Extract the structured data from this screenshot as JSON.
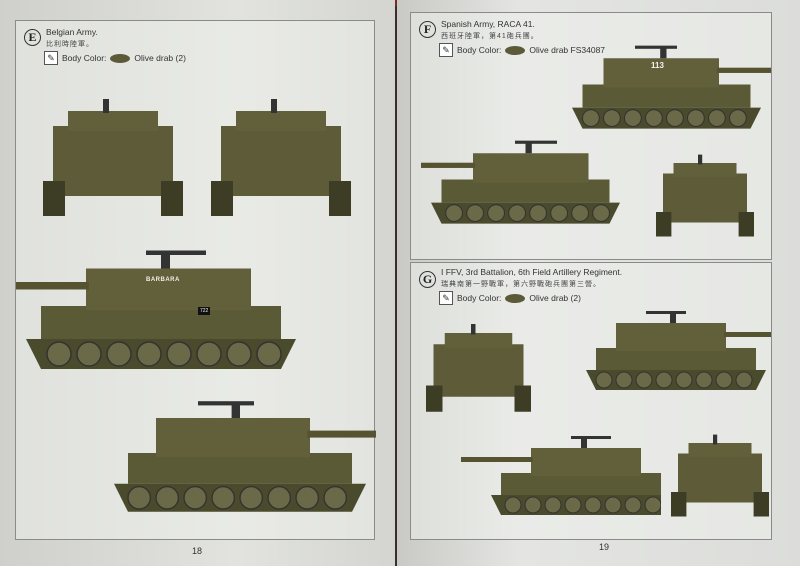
{
  "pages": [
    {
      "number": "18",
      "sections": [
        {
          "badge": "E",
          "title": "Belgian Army.",
          "subtitle": "比利時陸軍。",
          "body_color_label": "Body Color:",
          "color_name": "Olive drab (2)"
        }
      ]
    },
    {
      "number": "19",
      "sections": [
        {
          "badge": "F",
          "title": "Spanish Army, RACA 41.",
          "subtitle": "西班牙陸軍，第41砲兵團。",
          "body_color_label": "Body Color:",
          "color_name": "Olive drab FS34087"
        },
        {
          "badge": "G",
          "title": "I FFV, 3rd Battalion, 6th Field Artillery Regiment.",
          "subtitle": "瑞典南第一野戰軍，第六野戰砲兵團第三營。",
          "body_color_label": "Body Color:",
          "color_name": "Olive drab (2)"
        }
      ]
    }
  ],
  "colors": {
    "olive_drab": "#5d5a3a"
  },
  "markings": {
    "e_name": "BARBARA",
    "e_number": "722",
    "f_number": "113"
  }
}
